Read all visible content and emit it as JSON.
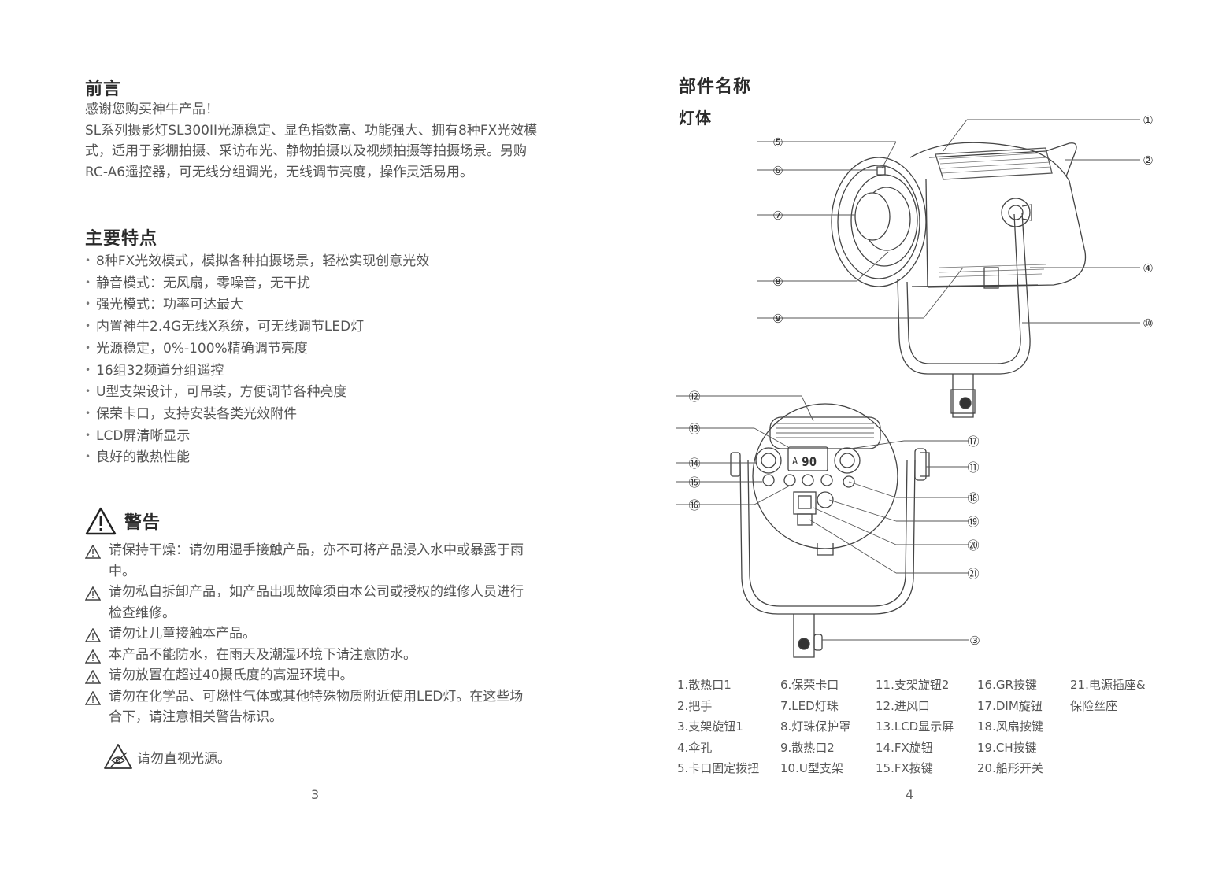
{
  "left_page": {
    "preface": {
      "heading": "前言",
      "lines": [
        "感谢您购买神牛产品！",
        "SL系列摄影灯SL300II光源稳定、显色指数高、功能强大、拥有8种FX光效模",
        "式，适用于影棚拍摄、采访布光、静物拍摄以及视频拍摄等拍摄场景。另购",
        "RC-A6遥控器，可无线分组调光，无线调节亮度，操作灵活易用。"
      ]
    },
    "features": {
      "heading": "主要特点",
      "items": [
        "8种FX光效模式，模拟各种拍摄场景，轻松实现创意光效",
        "静音模式：无风扇，零噪音，无干扰",
        "强光模式：功率可达最大",
        "内置神牛2.4G无线X系统，可无线调节LED灯",
        "光源稳定，0%-100%精确调节亮度",
        "16组32频道分组遥控",
        "U型支架设计，可吊装，方便调节各种亮度",
        "保荣卡口，支持安装各类光效附件",
        "LCD屏清晰显示",
        "良好的散热性能"
      ]
    },
    "warning": {
      "heading": "警告",
      "items": [
        [
          "请保持干燥：请勿用湿手接触产品，亦不可将产品浸入水中或暴露于雨",
          "中。"
        ],
        [
          "请勿私自拆卸产品，如产品出现故障须由本公司或授权的维修人员进行",
          "检查维修。"
        ],
        [
          "请勿让儿童接触本产品。"
        ],
        [
          "本产品不能防水，在雨天及潮湿环境下请注意防水。"
        ],
        [
          "请勿放置在超过40摄氏度的高温环境中。"
        ],
        [
          "请勿在化学品、可燃性气体或其他特殊物质附近使用LED灯。在这些场",
          "合下，请注意相关警告标识。"
        ]
      ],
      "no_stare": "请勿直视光源。"
    },
    "page_number": "3"
  },
  "right_page": {
    "heading": "部件名称",
    "subheading": "灯体",
    "lcd": {
      "mode": "A",
      "value": "90"
    },
    "callouts": [
      "①",
      "②",
      "③",
      "④",
      "⑤",
      "⑥",
      "⑦",
      "⑧",
      "⑨",
      "⑩",
      "⑪",
      "⑫",
      "⑬",
      "⑭",
      "⑮",
      "⑯",
      "⑰",
      "⑱",
      "⑲",
      "⑳",
      "㉑"
    ],
    "legend": [
      [
        "1.散热口1",
        "2.把手",
        "3.支架旋钮1",
        "4.伞孔",
        "5.卡口固定拨扭"
      ],
      [
        "6.保荣卡口",
        "7.LED灯珠",
        "8.灯珠保护罩",
        "9.散热口2",
        "10.U型支架"
      ],
      [
        "11.支架旋钮2",
        "12.进风口",
        "13.LCD显示屏",
        "14.FX旋钮",
        "15.FX按键"
      ],
      [
        "16.GR按键",
        "17.DIM旋钮",
        "18.风扇按键",
        "19.CH按键",
        "20.船形开关"
      ],
      [
        "21.电源插座&",
        "保险丝座"
      ]
    ],
    "page_number": "4"
  }
}
